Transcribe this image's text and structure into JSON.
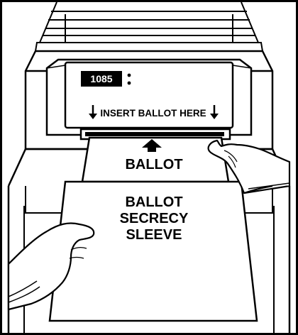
{
  "machine": {
    "counter": "1085",
    "slot_label": "INSERT BALLOT HERE"
  },
  "ballot": {
    "label": "BALLOT"
  },
  "sleeve": {
    "line1": "BALLOT",
    "line2": "SECRECY",
    "line3": "SLEEVE"
  },
  "colors": {
    "ink": "#000000",
    "paper": "#ffffff"
  }
}
